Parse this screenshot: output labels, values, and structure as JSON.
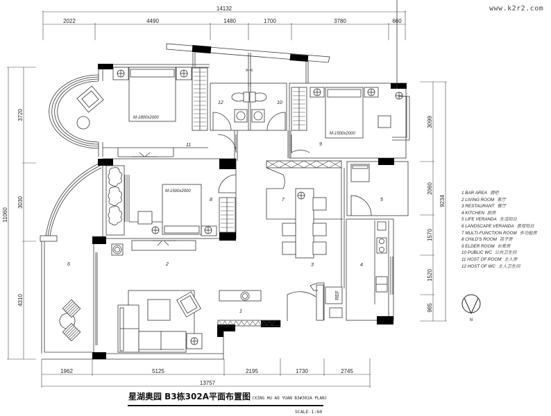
{
  "watermark": "www.k2r2.com",
  "title": {
    "main": "星湖奥园 B3栋302A平面布置图",
    "subtitle": "(XING HU AO YUAN B3#302A PLAN)",
    "scale": "SCALE-1:60"
  },
  "dimensions": {
    "top_total": "14132",
    "top_segments": [
      "2022",
      "4490",
      "1480",
      "1700",
      "3780",
      "660"
    ],
    "bottom_total": "13757",
    "bottom_segments": [
      "1962",
      "5125",
      "2195",
      "1730",
      "2745"
    ],
    "left_total": "11060",
    "left_segments": [
      "3720",
      "3030",
      "4310"
    ],
    "right_total": "9234",
    "right_segments": [
      "3099",
      "2060",
      "1570",
      "1520",
      "985"
    ]
  },
  "rooms": {
    "r1": "1",
    "r2": "2",
    "r3": "3",
    "r4": "4",
    "r5": "5",
    "r6": "6",
    "r7": "7",
    "r8": "8",
    "r9": "9",
    "r10": "10",
    "r11": "11",
    "r12": "12"
  },
  "beds": {
    "master": "M-1800x2000",
    "elder": "M-1500x2000",
    "child": "M-1500x2000"
  },
  "fixtures": {
    "fridge": "REF"
  },
  "legend": [
    {
      "label": "1 BAR AREA",
      "cn": "酒吧"
    },
    {
      "label": "2 LIVING ROOM",
      "cn": "客厅"
    },
    {
      "label": "3 RESTAURANT",
      "cn": "餐厅"
    },
    {
      "label": "4 KITCHEN",
      "cn": "厨房"
    },
    {
      "label": "5 LIFE VERANDA",
      "cn": "生活阳台"
    },
    {
      "label": "6 LANDSCAPE VERANDA",
      "cn": "景观阳台"
    },
    {
      "label": "7 MULTI-FUNCTION ROOM",
      "cn": "多功能房"
    },
    {
      "label": "8 CHILD'S ROOM",
      "cn": "孩子房"
    },
    {
      "label": "9 ELDER ROOM",
      "cn": "长辈房"
    },
    {
      "label": "10 PUBLIC WC",
      "cn": "公共卫生间"
    },
    {
      "label": "11 HOST OF ROOM",
      "cn": "主人房"
    },
    {
      "label": "12 HOST OF WC",
      "cn": "主人卫生间"
    }
  ],
  "north": {
    "label": "N"
  }
}
